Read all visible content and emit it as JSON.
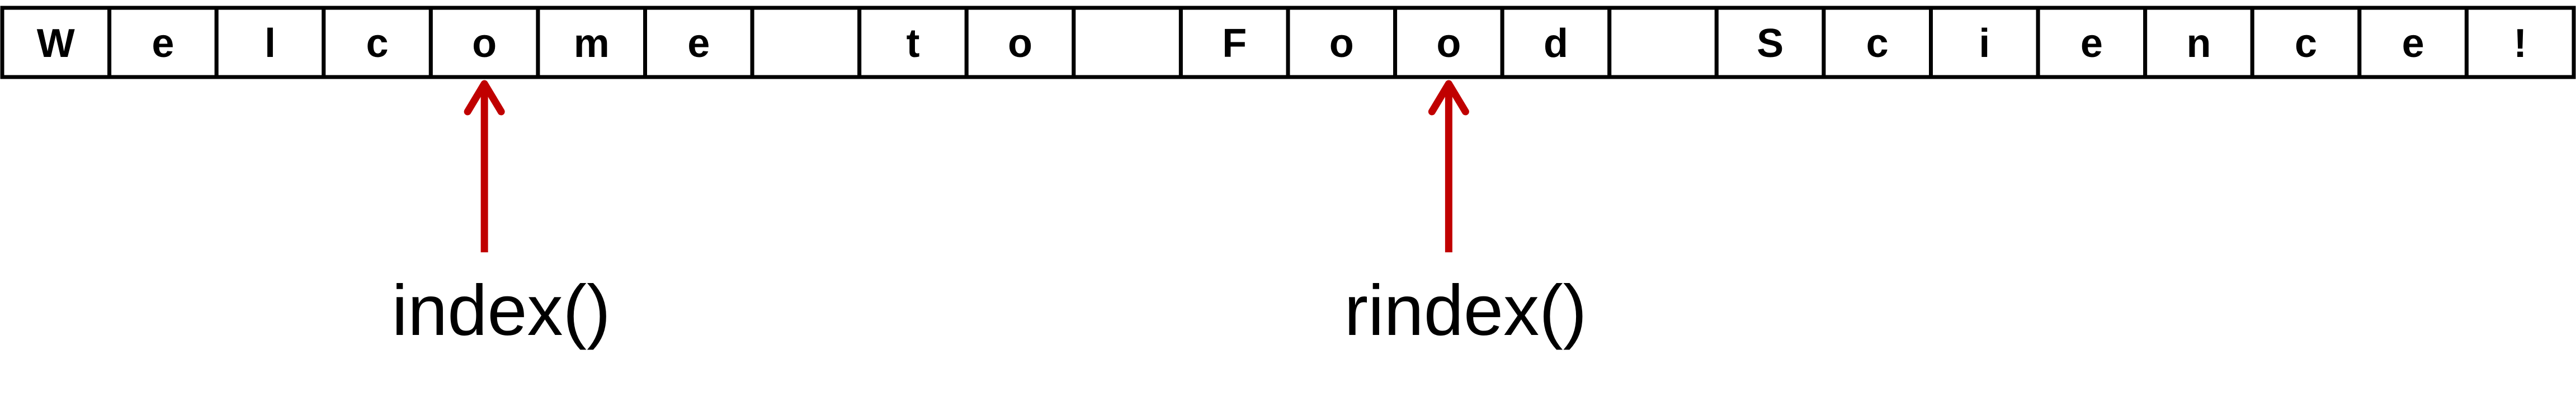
{
  "string": {
    "chars": [
      "W",
      "e",
      "l",
      "c",
      "o",
      "m",
      "e",
      " ",
      "t",
      "o",
      " ",
      "F",
      "o",
      "o",
      "d",
      " ",
      "S",
      "c",
      "i",
      "e",
      "n",
      "c",
      "e",
      "!"
    ]
  },
  "pointers": [
    {
      "label": "index()",
      "target_index": 4
    },
    {
      "label": "rindex()",
      "target_index": 13
    }
  ],
  "colors": {
    "arrow": "#c00000",
    "cell_border": "#000000",
    "text": "#000000",
    "background": "#ffffff"
  }
}
